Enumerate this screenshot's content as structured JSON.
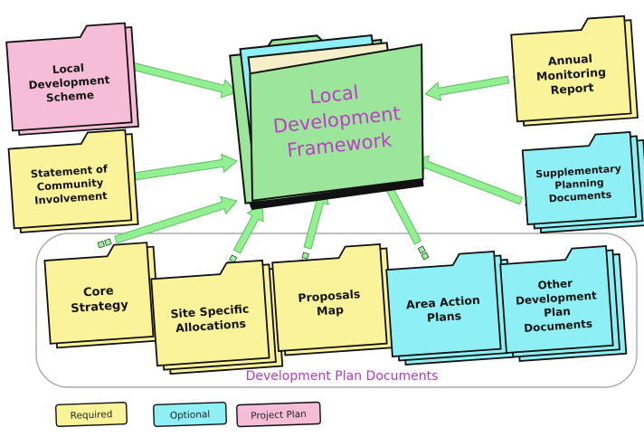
{
  "colors": {
    "required": "#fbf39a",
    "optional": "#8ef0f5",
    "project_plan": "#f6bdd8",
    "framework": "#9be69b",
    "framework_text": "#c03cc8",
    "arrow": "#92ef92",
    "outline": "#111111",
    "group_border": "#a8a8a8",
    "group_label": "#b03cc0"
  },
  "center": {
    "title": [
      "Local",
      "Development",
      "Framework"
    ]
  },
  "documents": [
    {
      "id": "local-development-scheme",
      "status": "project_plan",
      "lines": [
        "Local",
        "Development",
        "Scheme"
      ]
    },
    {
      "id": "statement-of-community-involvement",
      "status": "required",
      "lines": [
        "Statement of",
        "Community",
        "Involvement"
      ]
    },
    {
      "id": "annual-monitoring-report",
      "status": "required",
      "lines": [
        "Annual",
        "Monitoring",
        "Report"
      ]
    },
    {
      "id": "supplementary-planning-documents",
      "status": "optional",
      "lines": [
        "Supplementary",
        "Planning",
        "Documents"
      ]
    },
    {
      "id": "core-strategy",
      "status": "required",
      "lines": [
        "Core",
        "Strategy"
      ]
    },
    {
      "id": "site-specific-allocations",
      "status": "required",
      "lines": [
        "Site Specific",
        "Allocations"
      ]
    },
    {
      "id": "proposals-map",
      "status": "required",
      "lines": [
        "Proposals",
        "Map"
      ]
    },
    {
      "id": "area-action-plans",
      "status": "optional",
      "lines": [
        "Area Action",
        "Plans"
      ]
    },
    {
      "id": "other-development-plan-documents",
      "status": "optional",
      "lines": [
        "Other",
        "Development",
        "Plan",
        "Documents"
      ]
    }
  ],
  "group": {
    "label": "Development Plan Documents"
  },
  "legend": [
    {
      "label": "Required",
      "status": "required"
    },
    {
      "label": "Optional",
      "status": "optional"
    },
    {
      "label": "Project Plan",
      "status": "project_plan"
    }
  ]
}
